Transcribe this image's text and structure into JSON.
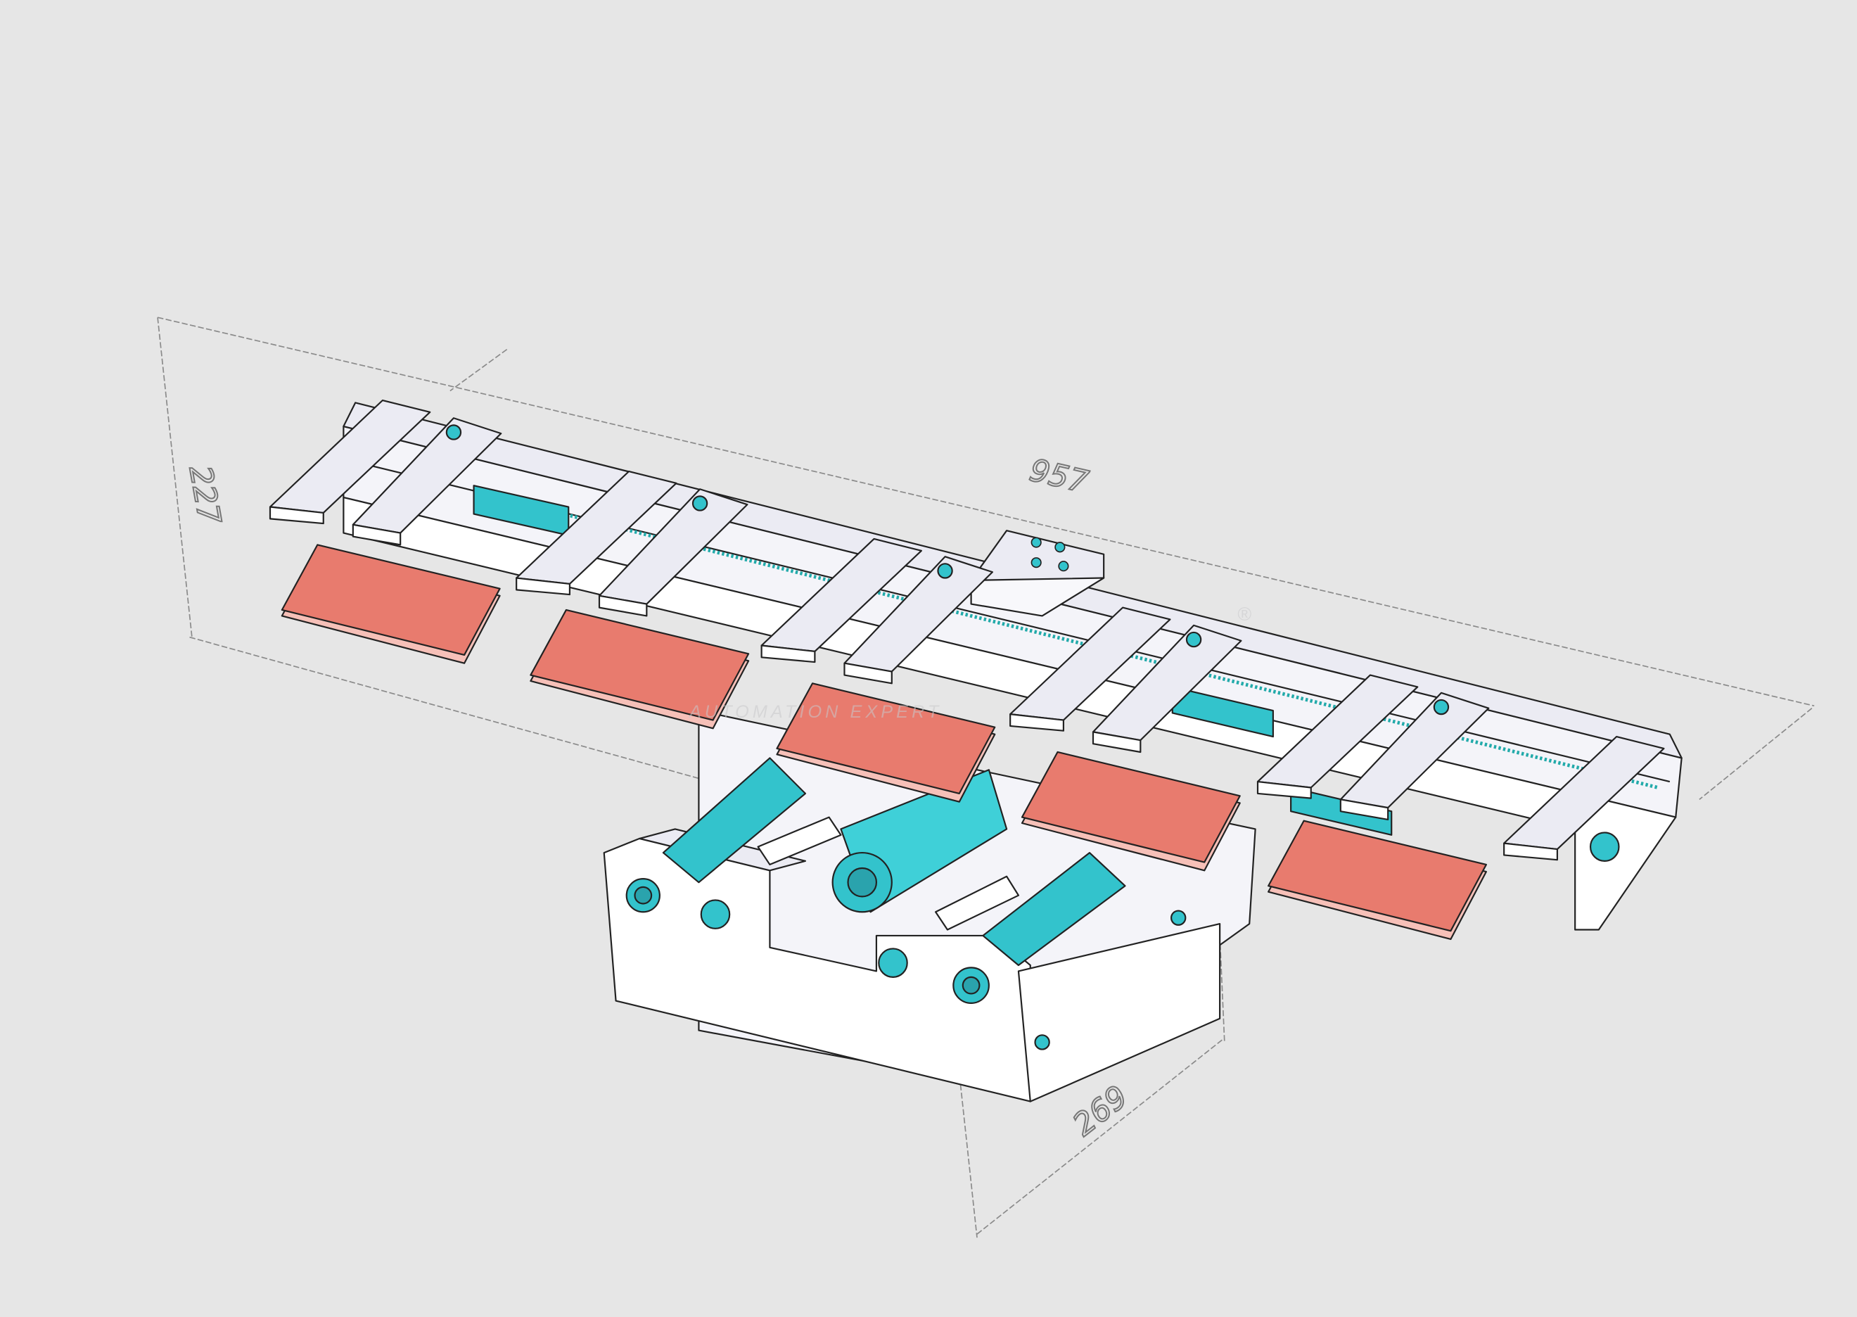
{
  "drawing": {
    "dimensions": {
      "length": "957",
      "height": "227",
      "depth": "269"
    },
    "watermark": {
      "tagline": "AUTOMATION EXPERT",
      "registered_mark": "®"
    },
    "colors": {
      "background": "#e6e6e6",
      "pad": "#e87b6e",
      "pad_edge": "#f6c0b8",
      "cylinder": "#33c3cc",
      "steel": "#ebebf3",
      "dimension_line": "#8a8a8a"
    }
  }
}
